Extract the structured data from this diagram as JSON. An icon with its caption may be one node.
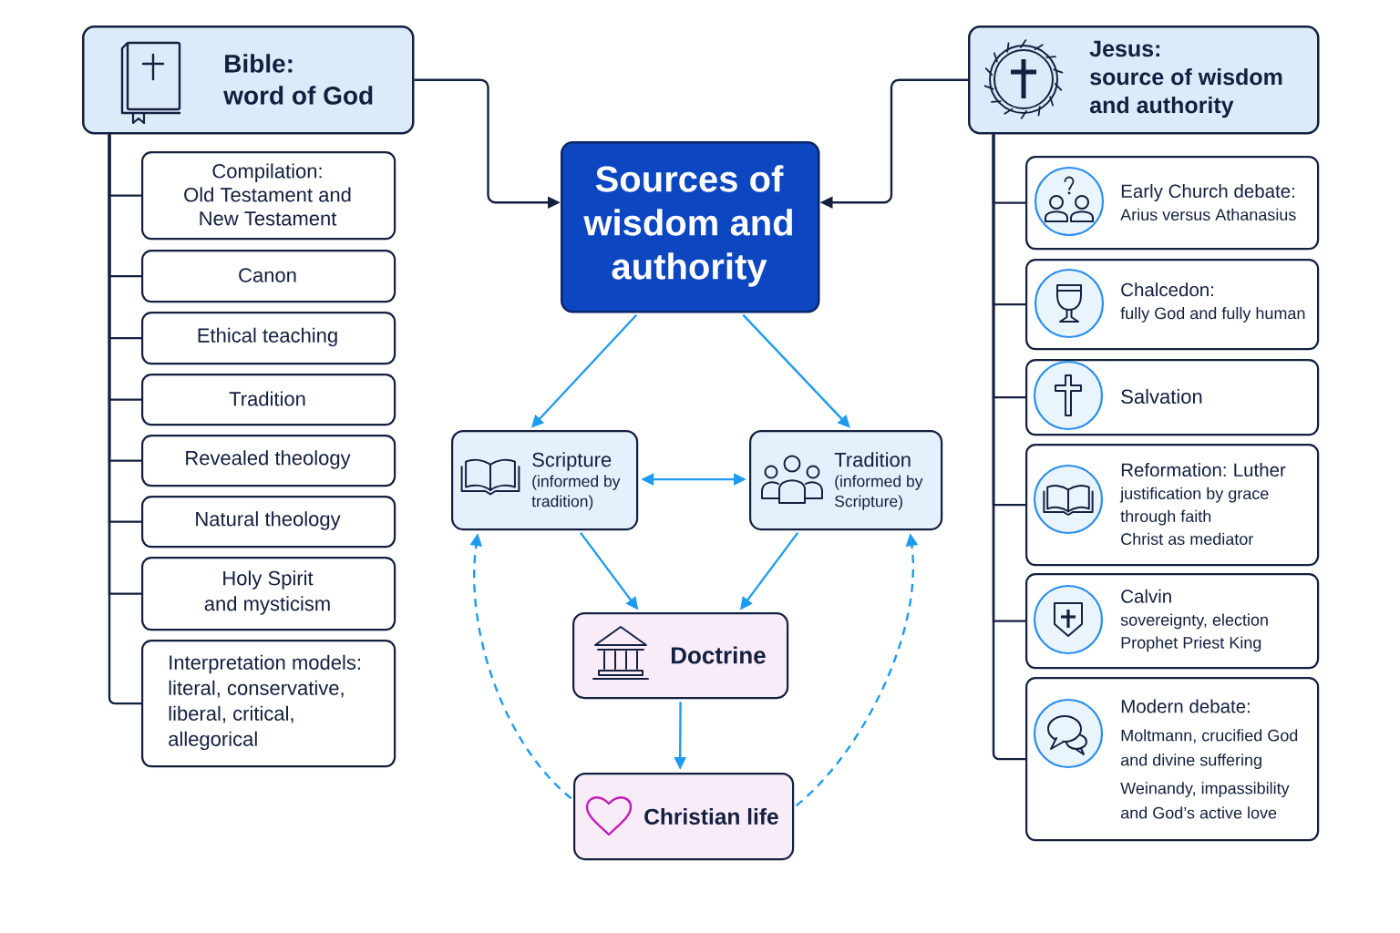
{
  "diagram": {
    "nodes": [
      {
        "text": [
          "Bible:",
          "word of God"
        ]
      },
      {
        "text": [
          "Compilation:",
          "Old Testament and New Testament"
        ]
      },
      {
        "text": [
          "Canon"
        ]
      },
      {
        "text": [
          "Ethical teaching"
        ]
      },
      {
        "text": [
          "Tradition"
        ]
      },
      {
        "text": [
          "Revealed theology"
        ]
      },
      {
        "text": [
          "Natural theology"
        ]
      },
      {
        "text": [
          "Holy Spirit and mysticism"
        ]
      },
      {
        "text": [
          "Interpretation models:",
          "literal, conservative, liberal, critical, allegorical"
        ]
      },
      {
        "text": [
          "Sources of wisdom and authority"
        ]
      },
      {
        "text": [
          "Jesus:",
          "source of wisdom and authority"
        ]
      },
      {
        "text": [
          "Early Church debate:",
          "Arius versus Athanasius"
        ]
      },
      {
        "text": [
          "Chalcedon:",
          "fully God and fully human"
        ]
      },
      {
        "text": [
          "Salvation"
        ]
      },
      {
        "text": [
          "Reformation: Luther",
          "justification by grace through faith",
          "Christ as mediator"
        ]
      },
      {
        "text": [
          "Calvin",
          "sovereignty, election",
          "Prophet Priest King"
        ]
      },
      {
        "text": [
          "Modern debate:",
          "Moltmann, crucified God and divine suffering",
          "Weinandy, impassibility and God’s active love"
        ]
      },
      {
        "text": [
          "Scripture",
          "(informed by tradition)"
        ]
      },
      {
        "text": [
          "Tradition",
          "(informed by Scripture)"
        ]
      },
      {
        "text": [
          "Doctrine"
        ]
      },
      {
        "text": [
          "Christian life"
        ]
      }
    ],
    "edges": [
      {
        "from": 0,
        "to": 1,
        "arrow": "none"
      },
      {
        "from": 0,
        "to": 2,
        "arrow": "none"
      },
      {
        "from": 0,
        "to": 3,
        "arrow": "none"
      },
      {
        "from": 0,
        "to": 4,
        "arrow": "none"
      },
      {
        "from": 0,
        "to": 5,
        "arrow": "none"
      },
      {
        "from": 0,
        "to": 6,
        "arrow": "none"
      },
      {
        "from": 0,
        "to": 7,
        "arrow": "none"
      },
      {
        "from": 0,
        "to": 8,
        "arrow": "none"
      },
      {
        "from": 0,
        "to": 9,
        "arrow": "to"
      },
      {
        "from": 10,
        "to": 9,
        "arrow": "to"
      },
      {
        "from": 10,
        "to": 11,
        "arrow": "none"
      },
      {
        "from": 10,
        "to": 12,
        "arrow": "none"
      },
      {
        "from": 10,
        "to": 13,
        "arrow": "none"
      },
      {
        "from": 10,
        "to": 14,
        "arrow": "none"
      },
      {
        "from": 10,
        "to": 15,
        "arrow": "none"
      },
      {
        "from": 10,
        "to": 16,
        "arrow": "none"
      },
      {
        "from": 9,
        "to": 17,
        "arrow": "to",
        "color": "#1e9bf0"
      },
      {
        "from": 9,
        "to": 18,
        "arrow": "to",
        "color": "#1e9bf0"
      },
      {
        "from": 17,
        "to": 18,
        "arrow": "both",
        "color": "#1e9bf0"
      },
      {
        "from": 17,
        "to": 19,
        "arrow": "to",
        "color": "#1e9bf0"
      },
      {
        "from": 18,
        "to": 19,
        "arrow": "to",
        "color": "#1e9bf0"
      },
      {
        "from": 19,
        "to": 20,
        "arrow": "to",
        "color": "#1e9bf0"
      },
      {
        "from": 20,
        "to": 17,
        "arrow": "to",
        "style": "dashed",
        "color": "#1e9bf0"
      },
      {
        "from": 20,
        "to": 18,
        "arrow": "to",
        "style": "dashed",
        "color": "#1e9bf0"
      }
    ]
  }
}
